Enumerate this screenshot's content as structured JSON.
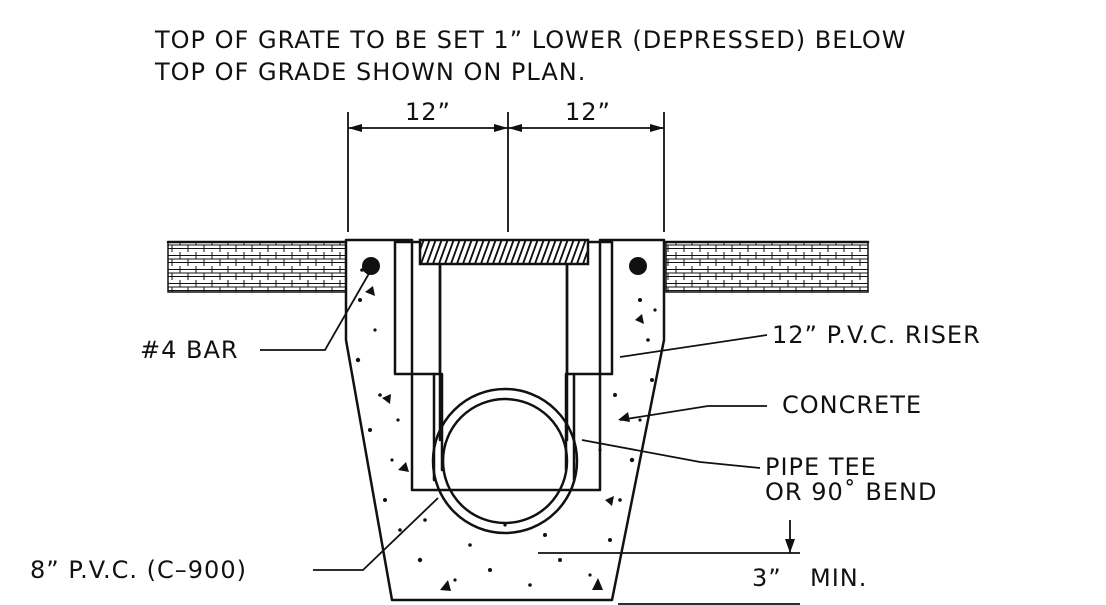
{
  "note": {
    "line1": "TOP OF GRATE TO BE SET 1” LOWER (DEPRESSED) BELOW",
    "line2": "TOP OF GRADE SHOWN ON PLAN."
  },
  "dimensions": {
    "left_width": "12”",
    "right_width": "12”",
    "min_cover": "3”",
    "min_cover_suffix": "MIN."
  },
  "callouts": {
    "bar": "#4 BAR",
    "riser": "12” P.V.C. RISER",
    "concrete": "CONCRETE",
    "tee_line1": "PIPE TEE",
    "tee_line2": "OR 90˚ BEND",
    "pipe": "8” P.V.C. (C–900)"
  },
  "colors": {
    "ink": "#111111",
    "background": "#ffffff"
  }
}
